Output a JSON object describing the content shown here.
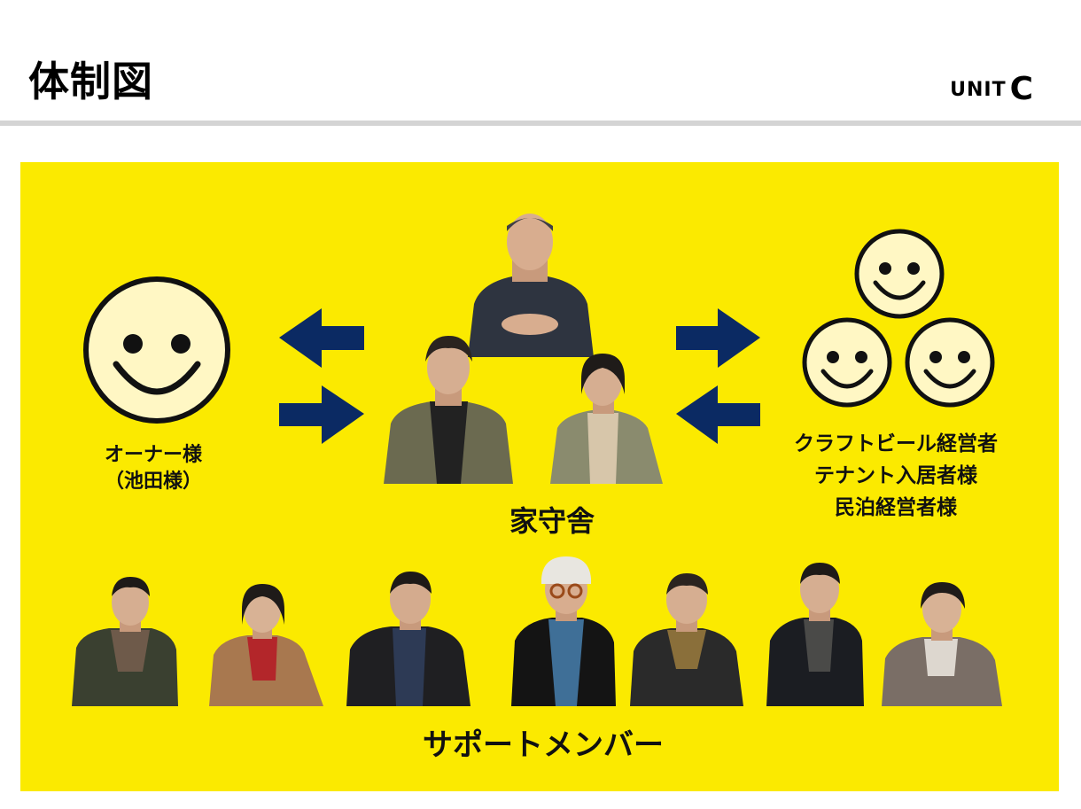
{
  "header": {
    "title": "体制図",
    "logo_text": "UNIT",
    "logo_mark": "C"
  },
  "colors": {
    "panel_background": "#fbea00",
    "arrow": "#0b2a63",
    "smiley_fill": "#fff7c4",
    "smiley_stroke": "#111111",
    "header_rule": "#d4d4d4"
  },
  "diagram": {
    "owner": {
      "icon": "smiley-face",
      "label_line1": "オーナー様",
      "label_line2": "（池田様）"
    },
    "center": {
      "label": "家守舎",
      "photos": [
        "person-photo",
        "person-photo",
        "person-photo"
      ]
    },
    "right_group": {
      "icons": [
        "smiley-face",
        "smiley-face",
        "smiley-face"
      ],
      "label_line1": "クラフトビール経営者",
      "label_line2": "テナント入居者様",
      "label_line3": "民泊経営者様"
    },
    "arrows": [
      "arrow-left",
      "arrow-right",
      "arrow-right",
      "arrow-left"
    ],
    "support": {
      "label": "サポートメンバー",
      "photo_count": 7
    }
  }
}
